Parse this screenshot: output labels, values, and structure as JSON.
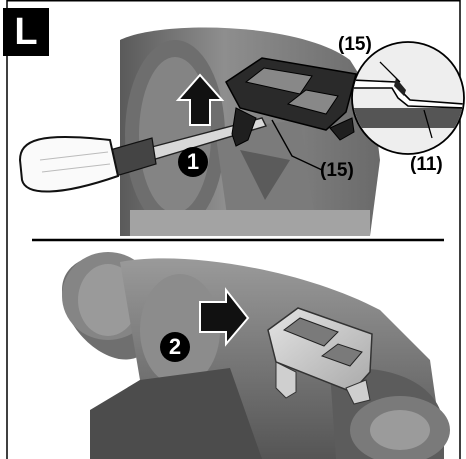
{
  "section_label": "L",
  "callouts": {
    "clip_upper": "(15)",
    "clip_lower": "(15)",
    "housing": "(11)"
  },
  "steps": [
    "1",
    "2"
  ]
}
